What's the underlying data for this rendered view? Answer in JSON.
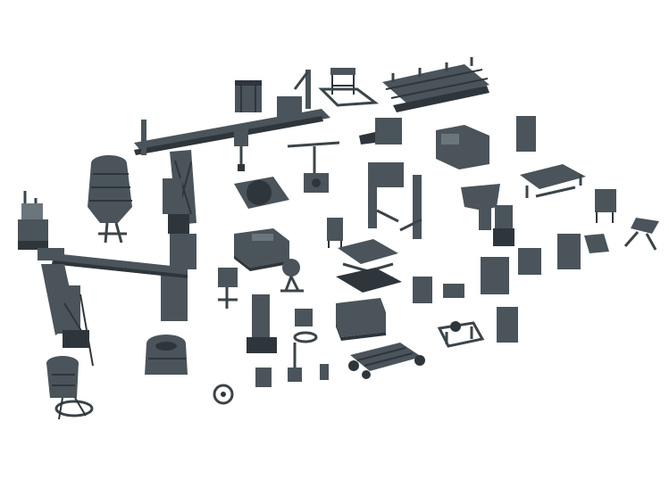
{
  "scene": {
    "background": "#ffffff",
    "colors": {
      "body": "#4a545a",
      "dark": "#2f363b",
      "light": "#6b767c",
      "shadow": "#d9dcde"
    },
    "objects": [
      {
        "name": "silo-tank"
      },
      {
        "name": "overhead-crane-conveyor"
      },
      {
        "name": "packaging-station"
      },
      {
        "name": "paint-booth-rack"
      },
      {
        "name": "roller-conveyor-frame"
      },
      {
        "name": "control-unit-box"
      },
      {
        "name": "gearbox-assembly"
      },
      {
        "name": "tool-cabinet-small"
      },
      {
        "name": "hydraulic-lift"
      },
      {
        "name": "car-lift-posts"
      },
      {
        "name": "scissor-lift-platform"
      },
      {
        "name": "boiler-mixer-tank"
      },
      {
        "name": "inclined-screw-conveyor"
      },
      {
        "name": "cauldron-mixer"
      },
      {
        "name": "industrial-fan-unit"
      },
      {
        "name": "generator-block"
      },
      {
        "name": "welding-station"
      },
      {
        "name": "vending-machine"
      },
      {
        "name": "drill-press"
      },
      {
        "name": "pallet-cart"
      },
      {
        "name": "engine-stand"
      },
      {
        "name": "electric-cabinets"
      },
      {
        "name": "valve-handwheel"
      },
      {
        "name": "floor-jack"
      }
    ]
  }
}
